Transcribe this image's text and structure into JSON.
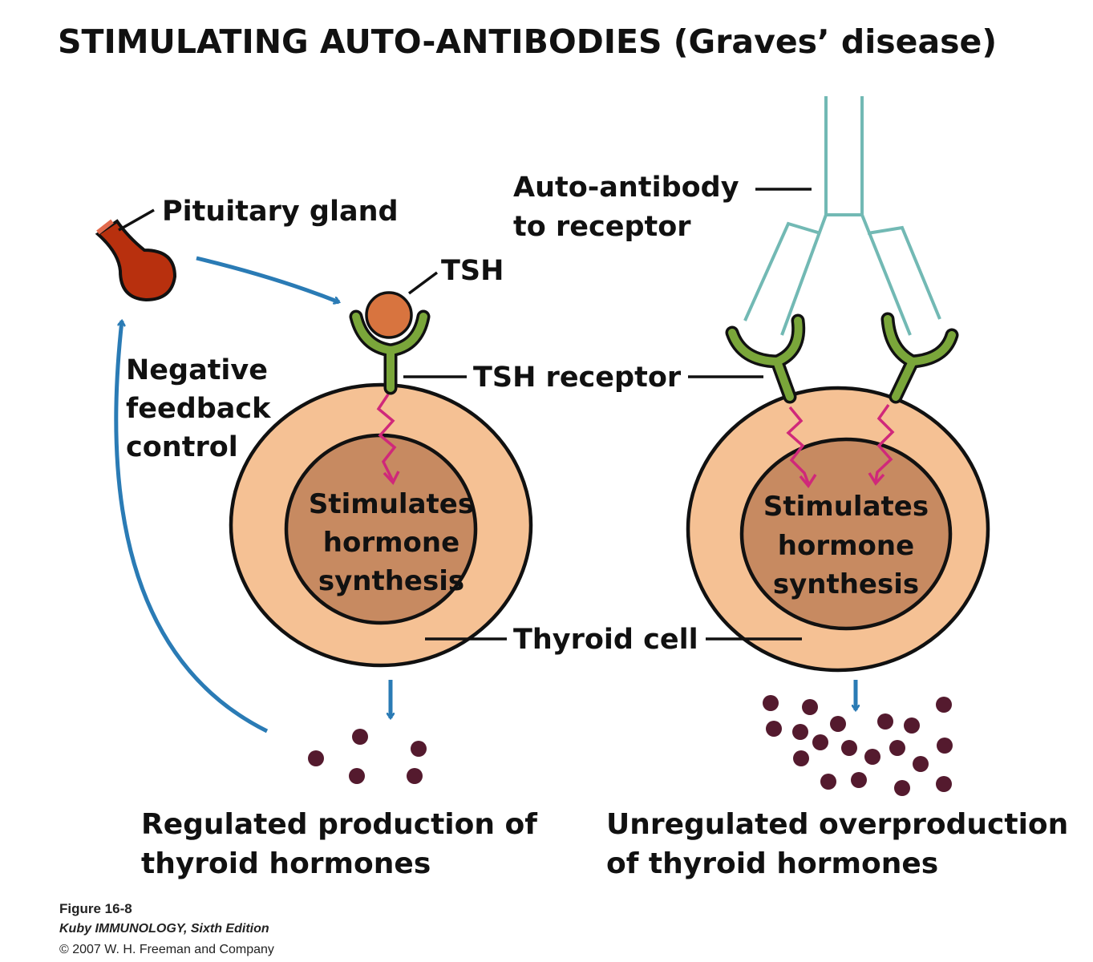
{
  "title": "STIMULATING AUTO-ANTIBODIES (Graves’ disease)",
  "labels": {
    "pituitary": "Pituitary gland",
    "tsh": "TSH",
    "autoantibody_line1": "Auto-antibody",
    "autoantibody_line2": "to receptor",
    "tsh_receptor": "TSH receptor",
    "feedback_line1": "Negative",
    "feedback_line2": "feedback",
    "feedback_line3": "control",
    "thyroid_cell": "Thyroid cell"
  },
  "cells": {
    "left": {
      "line1": "Stimulates",
      "line2": "hormone",
      "line3": "synthesis"
    },
    "right": {
      "line1": "Stimulates",
      "line2": "hormone",
      "line3": "synthesis"
    }
  },
  "captions": {
    "left_line1": "Regulated production of",
    "left_line2": "thyroid hormones",
    "right_line1": "Unregulated overproduction",
    "right_line2": "of thyroid hormones"
  },
  "credits": {
    "figure": "Figure 16-8",
    "book": "Kuby IMMUNOLOGY, Sixth Edition",
    "copyright": "© 2007 W. H. Freeman and Company"
  },
  "colors": {
    "arrow_blue": "#2a7bb5",
    "pituitary_red": "#b8300e",
    "tsh_orange": "#d8743f",
    "receptor_green": "#7aa63a",
    "antibody_teal": "#72b9b4",
    "cell_outer": "#f5c194",
    "cell_inner": "#c78a61",
    "signal_magenta": "#d0287a",
    "hormone_dot": "#541a2e"
  }
}
